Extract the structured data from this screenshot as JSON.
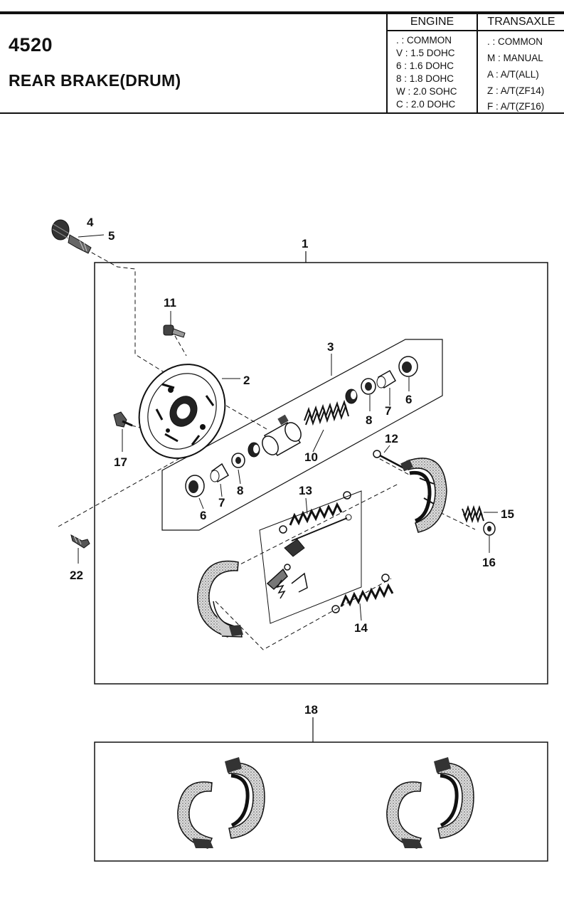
{
  "header": {
    "code": "4520",
    "title": "REAR BRAKE(DRUM)"
  },
  "engine_table": {
    "header": "ENGINE",
    "rows": [
      ". : COMMON",
      "V : 1.5 DOHC",
      "6 : 1.6 DOHC",
      "8 : 1.8 DOHC",
      "W : 2.0 SOHC",
      "C : 2.0 DOHC"
    ]
  },
  "transaxle_table": {
    "header": "TRANSAXLE",
    "rows": [
      ". : COMMON",
      "M : MANUAL",
      "A : A/T(ALL)",
      "Z : A/T(ZF14)",
      "F : A/T(ZF16)"
    ]
  },
  "callouts": {
    "c1": "1",
    "c2": "2",
    "c3": "3",
    "c4": "4",
    "c5": "5",
    "c6a": "6",
    "c6b": "6",
    "c7a": "7",
    "c7b": "7",
    "c8a": "8",
    "c8b": "8",
    "c10": "10",
    "c11": "11",
    "c12": "12",
    "c13": "13",
    "c14": "14",
    "c15": "15",
    "c16": "16",
    "c17": "17",
    "c18": "18",
    "c22": "22"
  }
}
